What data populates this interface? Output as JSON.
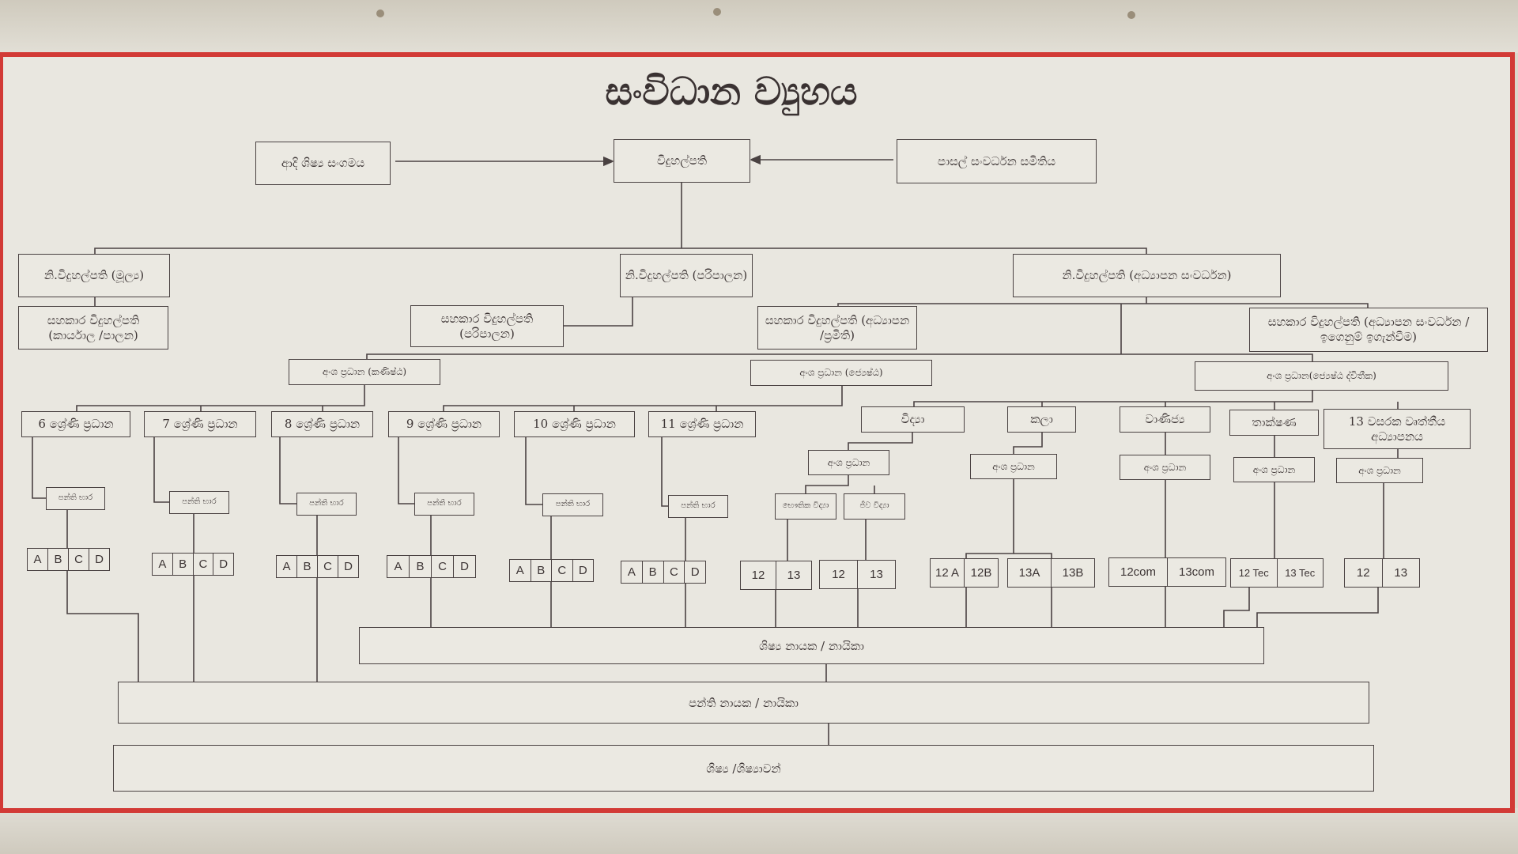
{
  "title": "සංවිධාන ව්‍යුහය",
  "top": {
    "past_pupils": "ආදි ශිෂ්‍ය සංගමය",
    "principal": "විදුහල්පති",
    "sdc": "පාසල් සංවර්ධන සමිතිය"
  },
  "deputies": {
    "primary": "නි.විදුහල්පති (මූල්‍ය)",
    "admin": "නි.විදුහල්පති (පරිපාලන)",
    "education_dev": "නි.විදුහල්පති (අධ්‍යාපන සංවර්ධන)"
  },
  "assistants": {
    "office": "සහකාර විදුහල්පති (කාර්යාල /පාලන)",
    "admin": "සහකාර විදුහල්පති (පරිපාලන)",
    "standards": "සහකාර විදුහල්පති (අධ්‍යාපන /ප්‍රමිති)",
    "development": "සහකාර විදුහල්පති (අධ්‍යාපන සංවර්ධන /ඉගෙනුම් ඉගැන්වීම)"
  },
  "section_heads": {
    "junior": "අංශ ප්‍රධාන (කණිෂ්ඨ)",
    "senior": "අංශ ප්‍රධාන (ජ්‍යෙෂ්ඨ)",
    "senior_secondary": "අංශ ප්‍රධාන(ජ්‍යෙෂ්ඨ ද්විතීක)"
  },
  "grades": [
    {
      "head": "6 ශ්‍රේණි ප්‍රධාන",
      "teacher": "පන්ති භාර",
      "classes": [
        "A",
        "B",
        "C",
        "D"
      ]
    },
    {
      "head": "7 ශ්‍රේණි ප්‍රධාන",
      "teacher": "පන්ති භාර",
      "classes": [
        "A",
        "B",
        "C",
        "D"
      ]
    },
    {
      "head": "8 ශ්‍රේණි ප්‍රධාන",
      "teacher": "පන්ති භාර",
      "classes": [
        "A",
        "B",
        "C",
        "D"
      ]
    },
    {
      "head": "9 ශ්‍රේණි ප්‍රධාන",
      "teacher": "පන්ති භාර",
      "classes": [
        "A",
        "B",
        "C",
        "D"
      ]
    },
    {
      "head": "10 ශ්‍රේණි ප්‍රධාන",
      "teacher": "පන්ති භාර",
      "classes": [
        "A",
        "B",
        "C",
        "D"
      ]
    },
    {
      "head": "11 ශ්‍රේණි ප්‍රධාන",
      "teacher": "පන්ති භාර",
      "classes": [
        "A",
        "B",
        "C",
        "D"
      ]
    }
  ],
  "streams": {
    "science": {
      "name": "විද්‍යා",
      "head": "අංශ ප්‍රධාන",
      "physical": "භෞතික විද්‍යා",
      "bio": "ජීව විද්‍යා",
      "physical_classes": [
        "12",
        "13"
      ],
      "bio_classes": [
        "12",
        "13"
      ]
    },
    "arts": {
      "name": "කලා",
      "head": "අංශ ප්‍රධාන",
      "classes12": [
        "12 A",
        "12B"
      ],
      "classes13": [
        "13A",
        "13B"
      ]
    },
    "commerce": {
      "name": "වාණිජ්‍ය",
      "head": "අංශ ප්‍රධාන",
      "classes": [
        "12com",
        "13com"
      ]
    },
    "technology": {
      "name": "තාක්ෂණ",
      "head": "අංශ ප්‍රධාන",
      "classes": [
        "12 Tec",
        "13 Tec"
      ]
    },
    "vocational": {
      "name": "13 වසරක වෘත්තීය අධ්‍යාපනය",
      "head": "අංශ ප්‍රධාන",
      "classes": [
        "12",
        "13"
      ]
    }
  },
  "bars": {
    "prefects": "ශිෂ්‍ය නායක / නායිකා",
    "class_monitors": "පන්ති නායක / නායිකා",
    "students": "ශිෂ්‍ය /ශිෂ්‍යාවන්"
  },
  "colors": {
    "frame": "#d23a36",
    "paper": "#e9e7e0",
    "ink": "#4a4242"
  }
}
